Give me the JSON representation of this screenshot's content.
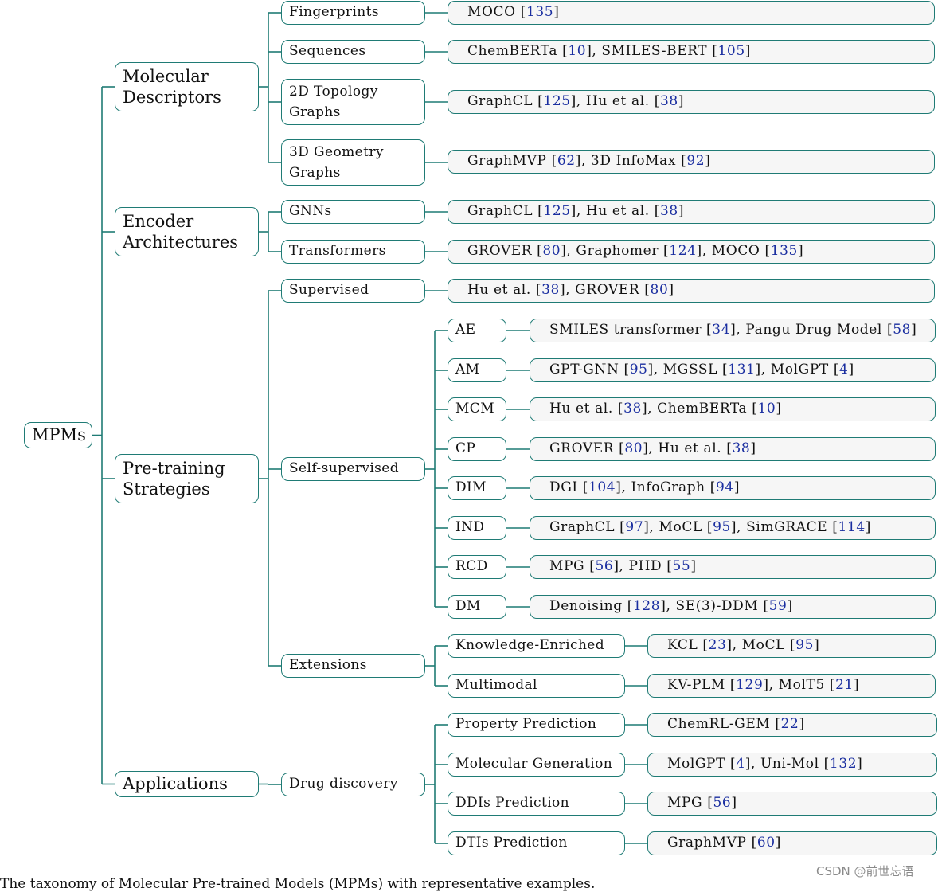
{
  "root": "MPMs",
  "branches": [
    {
      "label": "Molecular Descriptors",
      "children": [
        {
          "label": "Fingerprints",
          "examples": "MOCO [135]"
        },
        {
          "label": "Sequences",
          "examples": "ChemBERTa [10], SMILES-BERT [105]"
        },
        {
          "label": "2D Topology Graphs",
          "examples": "GraphCL [125], Hu et al. [38]"
        },
        {
          "label": "3D Geometry Graphs",
          "examples": "GraphMVP [62], 3D InfoMax [92]"
        }
      ]
    },
    {
      "label": "Encoder Architectures",
      "children": [
        {
          "label": "GNNs",
          "examples": "GraphCL [125], Hu et al. [38]"
        },
        {
          "label": "Transformers",
          "examples": "GROVER [80], Graphomer [124], MOCO [135]"
        }
      ]
    },
    {
      "label": "Pre-training Strategies",
      "children": [
        {
          "label": "Supervised",
          "examples": "Hu et al. [38], GROVER [80]"
        },
        {
          "label": "Self-supervised",
          "children": [
            {
              "label": "AE",
              "examples": "SMILES transformer [34], Pangu Drug Model [58]"
            },
            {
              "label": "AM",
              "examples": "GPT-GNN [95], MGSSL [131], MolGPT [4]"
            },
            {
              "label": "MCM",
              "examples": "Hu et al. [38], ChemBERTa [10]"
            },
            {
              "label": "CP",
              "examples": "GROVER [80], Hu et al. [38]"
            },
            {
              "label": "DIM",
              "examples": "DGI [104], InfoGraph [94]"
            },
            {
              "label": "IND",
              "examples": "GraphCL [97], MoCL [95], SimGRACE [114]"
            },
            {
              "label": "RCD",
              "examples": "MPG [56], PHD [55]"
            },
            {
              "label": "DM",
              "examples": "Denoising [128], SE(3)-DDM [59]"
            }
          ]
        },
        {
          "label": "Extensions",
          "children": [
            {
              "label": "Knowledge-Enriched",
              "examples": "KCL [23], MoCL [95]"
            },
            {
              "label": "Multimodal",
              "examples": "KV-PLM [129], MolT5 [21]"
            }
          ]
        }
      ]
    },
    {
      "label": "Applications",
      "children": [
        {
          "label": "Drug discovery",
          "children": [
            {
              "label": "Property Prediction",
              "examples": "ChemRL-GEM [22]"
            },
            {
              "label": "Molecular Generation",
              "examples": "MolGPT [4], Uni-Mol [132]"
            },
            {
              "label": "DDIs Prediction",
              "examples": "MPG [56]"
            },
            {
              "label": "DTIs Prediction",
              "examples": "GraphMVP [60]"
            }
          ]
        }
      ]
    }
  ],
  "caption": "The taxonomy of Molecular Pre-trained Models (MPMs) with representative examples.",
  "watermark": "CSDN @前世忘语",
  "colors": {
    "line": "#1f7b75",
    "citation": "#1a2ea0",
    "leaf_fill": "#f6f6f6",
    "node_fill": "#ffffff"
  }
}
